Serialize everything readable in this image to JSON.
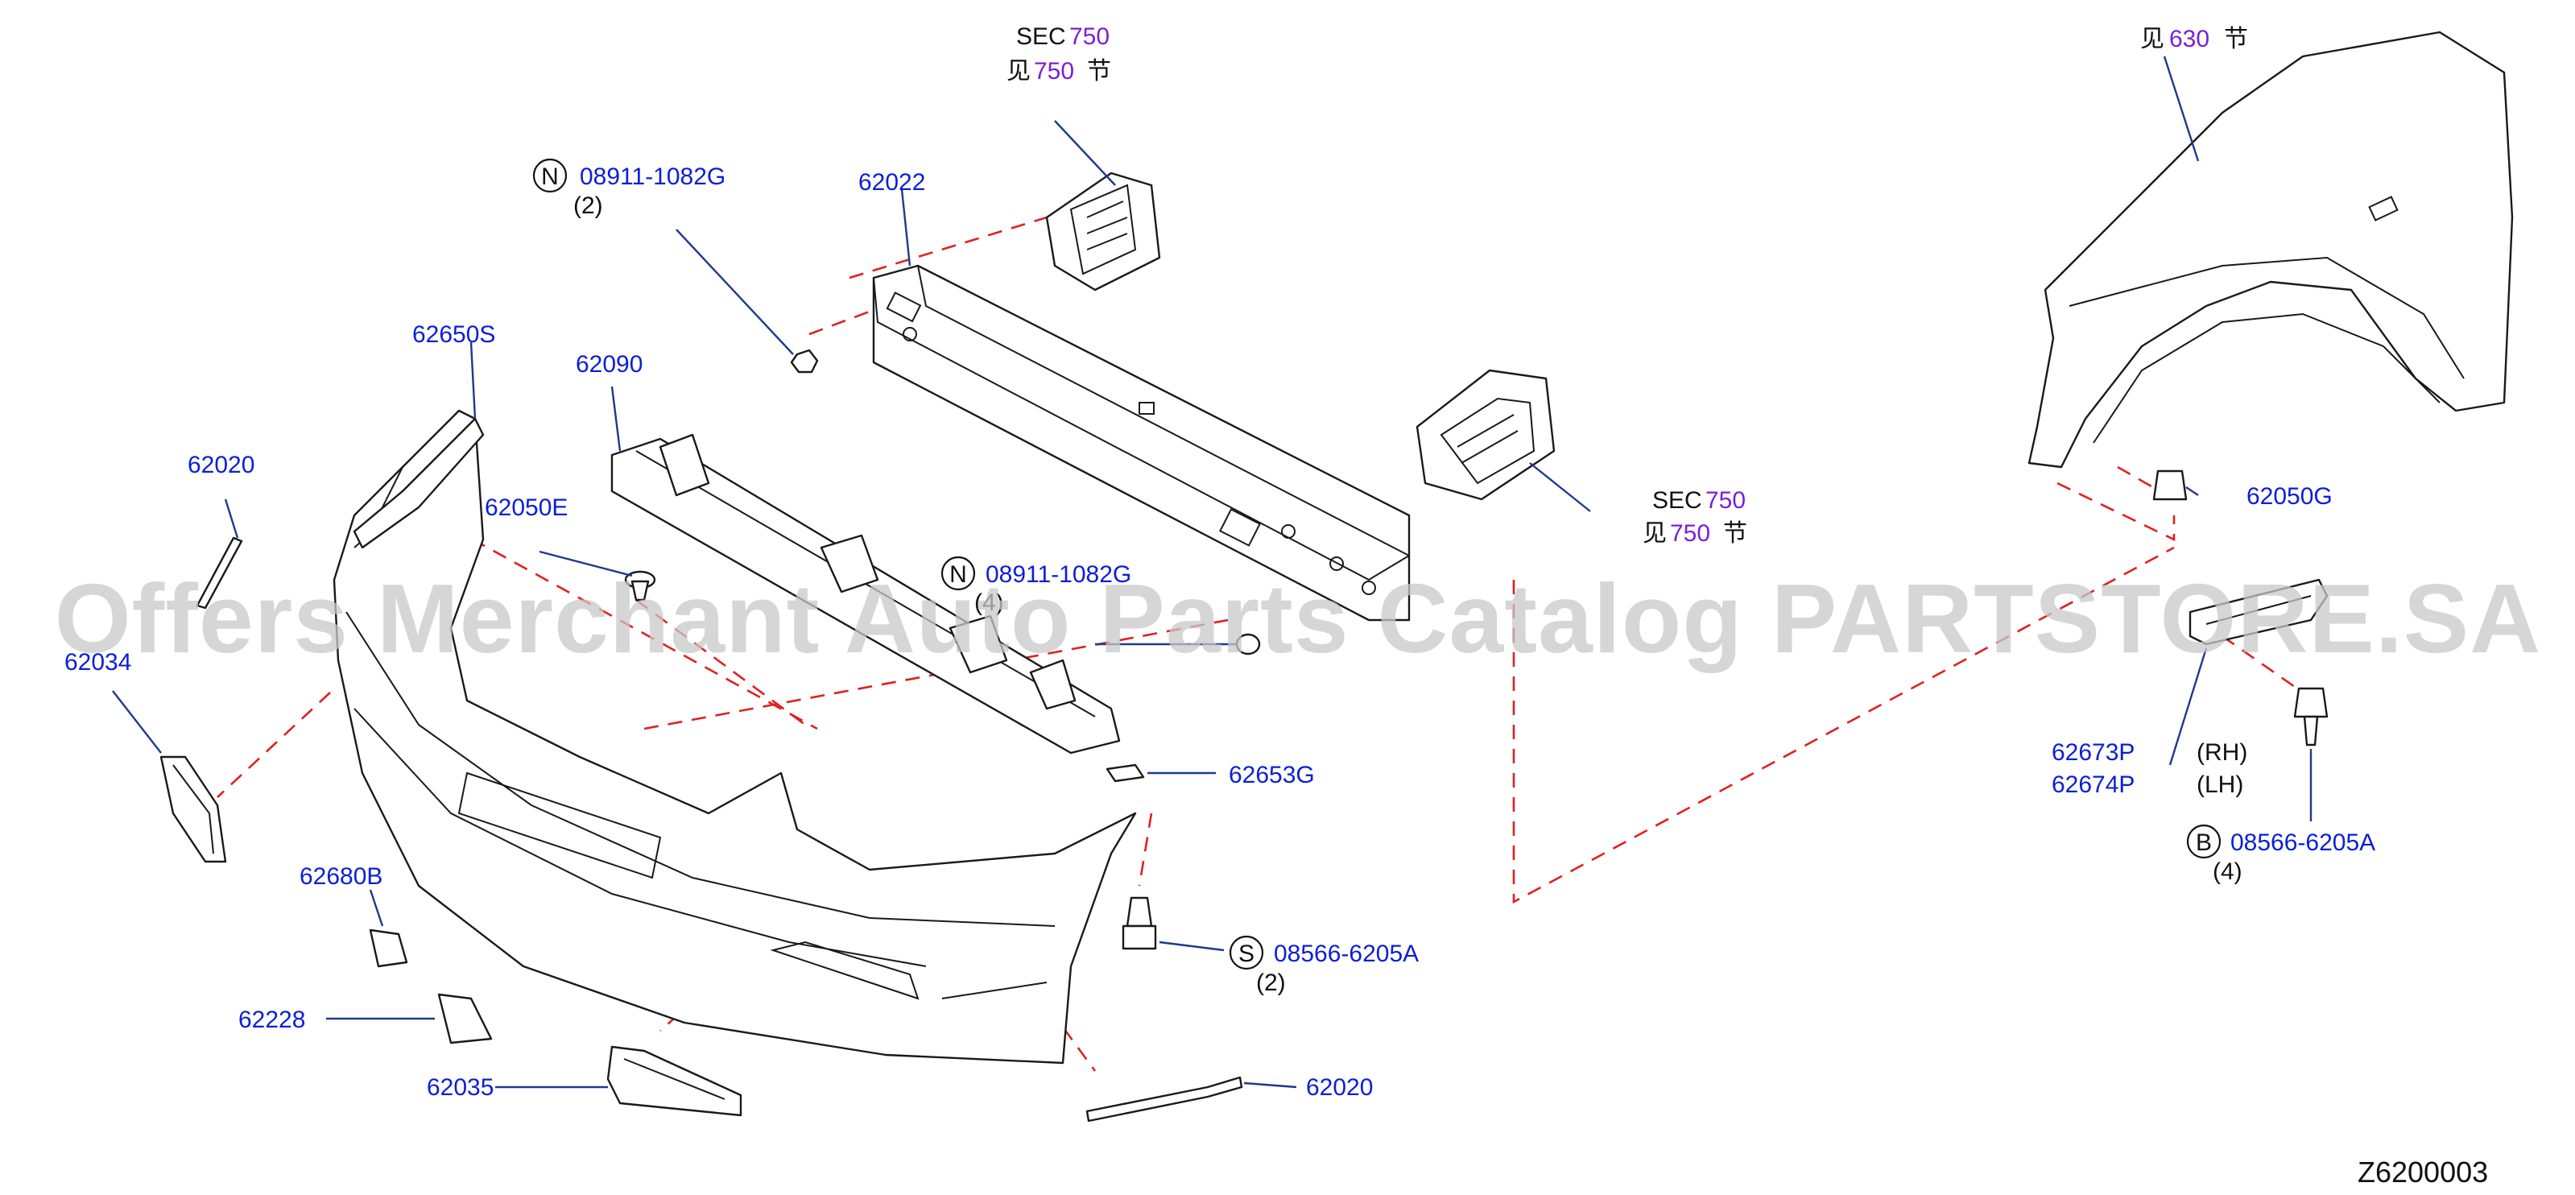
{
  "watermark": "Offers Merchant Auto Parts Catalog PARTSTORE.SA",
  "diagram_code": "Z6200003",
  "colors": {
    "part_number": "#0b1fd6",
    "section_ref": "#7b1fd6",
    "guide_line": "#e02020",
    "leader": "#1f3a8a"
  },
  "refs": {
    "sec_top": {
      "prefix": "SEC",
      "num": "750",
      "cn_pre": "见",
      "cn_num": "750",
      "cn_post": "节"
    },
    "sec_right": {
      "prefix": "SEC",
      "num": "750",
      "cn_pre": "见",
      "cn_num": "750",
      "cn_post": "节"
    },
    "fender": {
      "cn_pre": "见",
      "cn_num": "630",
      "cn_post": "节"
    }
  },
  "callouts": {
    "nut_top": {
      "symbol": "N",
      "part": "08911-1082G",
      "qty": "(2)"
    },
    "nut_mid": {
      "symbol": "N",
      "part": "08911-1082G",
      "qty": "(4)"
    },
    "bolt_s": {
      "symbol": "S",
      "part": "08566-6205A",
      "qty": "(2)"
    },
    "bolt_b": {
      "symbol": "B",
      "part": "08566-6205A",
      "qty": "(4)"
    },
    "p62022": "62022",
    "p62090": "62090",
    "p62650S": "62650S",
    "p62020_left": "62020",
    "p62050E": "62050E",
    "p62034": "62034",
    "p62653G": "62653G",
    "p62680B": "62680B",
    "p62228": "62228",
    "p62035": "62035",
    "p62020_bottom": "62020",
    "p62050G": "62050G",
    "p62673P": {
      "part": "62673P",
      "side": "(RH)"
    },
    "p62674P": {
      "part": "62674P",
      "side": "(LH)"
    }
  }
}
